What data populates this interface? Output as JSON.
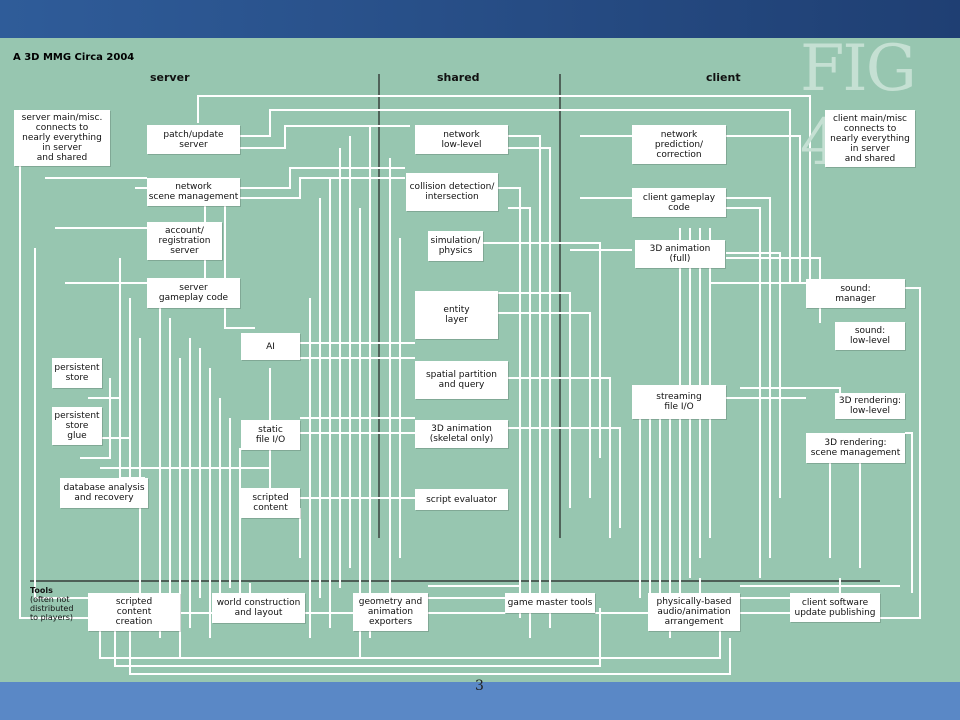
{
  "slide": {
    "diagram_title": "A 3D MMG Circa 2004",
    "fig_label": "FIG 4",
    "page_number": "3"
  },
  "columns": {
    "server": "server",
    "shared": "shared",
    "client": "client"
  },
  "tools_label": "Tools\n(often not\ndistributed\nto players)",
  "nodes": {
    "server_main": "server main/misc.\nconnects to\nnearly everything\nin server\nand shared",
    "client_main": "client main/misc\nconnects to\nnearly everything\nin server\nand shared",
    "patch_update": "patch/update\nserver",
    "network_scene": "network\nscene management",
    "account_reg": "account/\nregistration\nserver",
    "server_gameplay": "server\ngameplay code",
    "ai": "AI",
    "static_io": "static\nfile I/O",
    "scripted_content": "scripted\ncontent",
    "persistent_store": "persistent\nstore",
    "persistent_glue": "persistent\nstore\nglue",
    "db_analysis": "database analysis\nand recovery",
    "net_low": "network\nlow-level",
    "collision": "collision detection/\nintersection",
    "simulation": "simulation/\nphysics",
    "entity": "entity\nlayer",
    "spatial": "spatial partition\nand query",
    "anim_skeletal": "3D animation\n(skeletal only)",
    "script_eval": "script evaluator",
    "net_prediction": "network\nprediction/\ncorrection",
    "client_gameplay": "client gameplay\ncode",
    "anim_full": "3D animation\n(full)",
    "streaming": "streaming\nfile I/O",
    "sound_manager": "sound:\nmanager",
    "sound_low": "sound:\nlow-level",
    "render_low": "3D rendering:\nlow-level",
    "render_scene": "3D rendering:\nscene management",
    "scripted_creation": "scripted\ncontent\ncreation",
    "world_construction": "world construction\nand layout",
    "geometry_exporters": "geometry and\nanimation\nexporters",
    "game_master": "game master tools",
    "phys_audio": "physically-based\naudio/animation\narrangement",
    "client_update": "client software\nupdate publishing"
  }
}
